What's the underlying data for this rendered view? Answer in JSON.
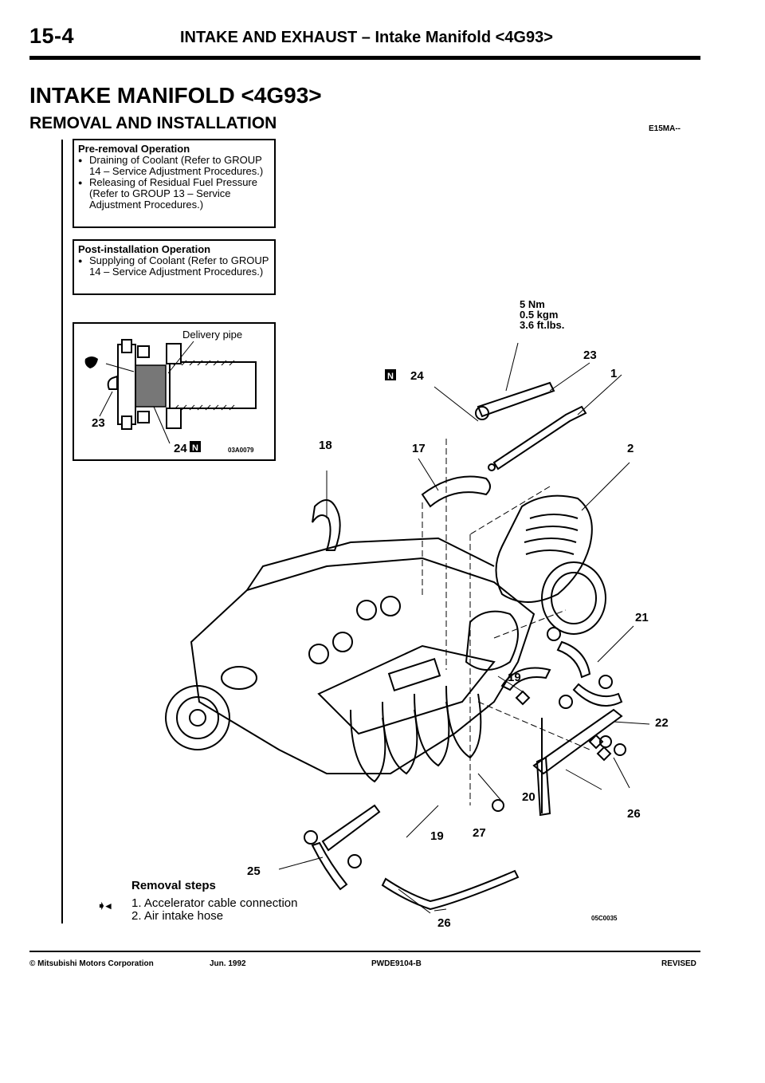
{
  "header": {
    "page_number": "15-4",
    "running_title": "INTAKE AND EXHAUST – Intake Manifold <4G93>"
  },
  "main": {
    "title": "INTAKE MANIFOLD <4G93>",
    "subtitle": "REMOVAL AND INSTALLATION",
    "section_code": "E15MA--"
  },
  "pre_removal": {
    "title": "Pre-removal Operation",
    "items": [
      "Draining of Coolant (Refer to GROUP 14 – Service Adjustment Procedures.)",
      "Releasing of Residual Fuel Pressure (Refer to GROUP 13 – Service Adjustment Procedures.)"
    ]
  },
  "post_installation": {
    "title": "Post-installation Operation",
    "items": [
      "Supplying of Coolant (Refer to GROUP 14 – Service Adjustment Procedures.)"
    ]
  },
  "inset": {
    "delivery_pipe_label": "Delivery pipe",
    "label_23": "23",
    "label_24": "24",
    "figure_code": "03A0079"
  },
  "torque": {
    "nm": "5 Nm",
    "kgm": "0.5 kgm",
    "ftlbs": "3.6 ft.lbs."
  },
  "callouts": {
    "c1": "1",
    "c2": "2",
    "c17": "17",
    "c18": "18",
    "c19a": "19",
    "c19b": "19",
    "c20": "20",
    "c21": "21",
    "c22": "22",
    "c23": "23",
    "c24": "24",
    "c25": "25",
    "c26a": "26",
    "c26b": "26",
    "c27": "27"
  },
  "figure_code": "05C0035",
  "removal_steps": {
    "title": "Removal steps",
    "items": [
      "1. Accelerator cable connection",
      "2. Air intake hose"
    ]
  },
  "footer": {
    "copyright": "© Mitsubishi Motors Corporation",
    "date": "Jun. 1992",
    "doc_code": "PWDE9104-B",
    "status": "REVISED"
  }
}
